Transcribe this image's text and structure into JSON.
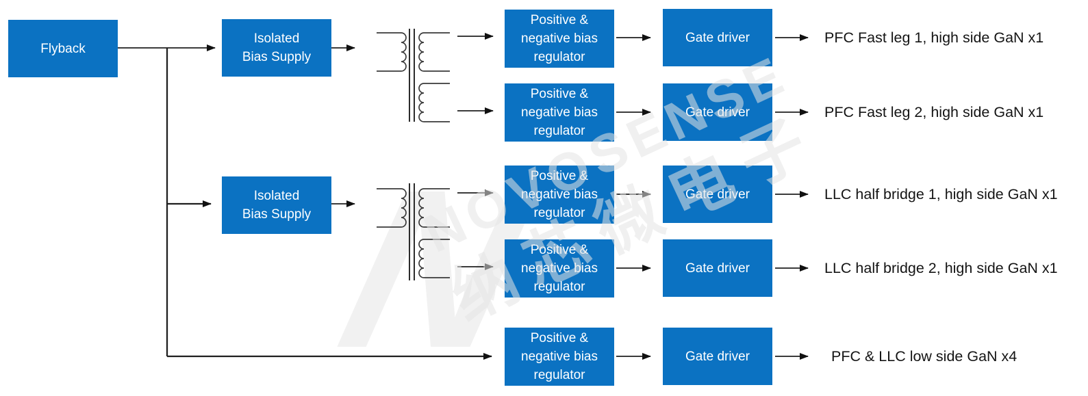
{
  "colors": {
    "box_blue": "#0b72c2",
    "line": "#1f1f1f",
    "background": "#ffffff",
    "watermark_gray": "#ececec"
  },
  "flyback": {
    "label": "Flyback"
  },
  "bias_supplies": [
    {
      "label": "Isolated\nBias Supply"
    },
    {
      "label": "Isolated\nBias Supply"
    }
  ],
  "rows": [
    {
      "regulator_label": "Positive &\nnegative bias\nregulator",
      "gate_label": "Gate driver",
      "output_label": "PFC Fast leg 1, high side GaN x1"
    },
    {
      "regulator_label": "Positive &\nnegative bias\nregulator",
      "gate_label": "Gate driver",
      "output_label": "PFC Fast leg 2, high side GaN x1"
    },
    {
      "regulator_label": "Positive &\nnegative bias\nregulator",
      "gate_label": "Gate driver",
      "output_label": "LLC half bridge 1, high side GaN x1"
    },
    {
      "regulator_label": "Positive &\nnegative bias\nregulator",
      "gate_label": "Gate driver",
      "output_label": "LLC half bridge 2, high side GaN x1"
    },
    {
      "regulator_label": "Positive &\nnegative bias\nregulator",
      "gate_label": "Gate driver",
      "output_label": "PFC & LLC low side GaN x4"
    }
  ],
  "watermark": {
    "logo_letter": "N",
    "brand": "NOVOSENSE",
    "brand_cn": "纳芯微电子"
  }
}
